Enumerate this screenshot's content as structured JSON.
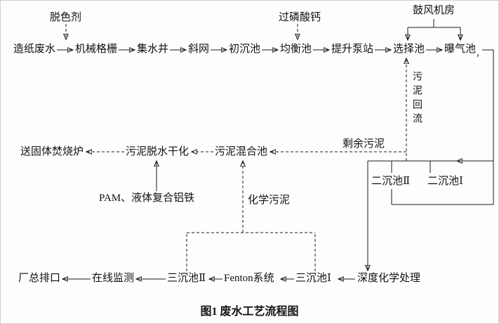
{
  "caption": "图1  废水工艺流程图",
  "nodes": {
    "decolorant": "脱色剂",
    "superphosphate": "过磷酸钙",
    "blower_room": "鼓风机房",
    "paper_wastewater": "造纸废水",
    "mechanical_screen": "机械格栅",
    "collection_well": "集水井",
    "inclined_screen": "斜网",
    "primary_tank": "初沉池",
    "equalization_tank": "均衡池",
    "lift_pump_station": "提升泵站",
    "selection_tank": "选择池",
    "aeration_tank": "曝气池",
    "stray_mark": ",",
    "sludge_return": "污泥回流",
    "excess_sludge": "剩余污泥",
    "to_incinerator": "送固体焚烧炉",
    "sludge_dewatering": "污泥脱水干化",
    "sludge_mixing_tank": "污泥混合池",
    "secondary_tank_2": "二沉池Ⅱ",
    "secondary_tank_1": "二沉池Ⅰ",
    "pam_dosing": "PAM、液体复合铝铁",
    "chemical_sludge": "化学污泥",
    "plant_outlet": "厂总排口",
    "online_monitoring": "在线监测",
    "tertiary_tank_2": "三沉池Ⅱ",
    "fenton_system": "Fenton系统",
    "tertiary_tank_1": "三沉池Ⅰ",
    "advanced_chemical": "深度化学处理"
  }
}
